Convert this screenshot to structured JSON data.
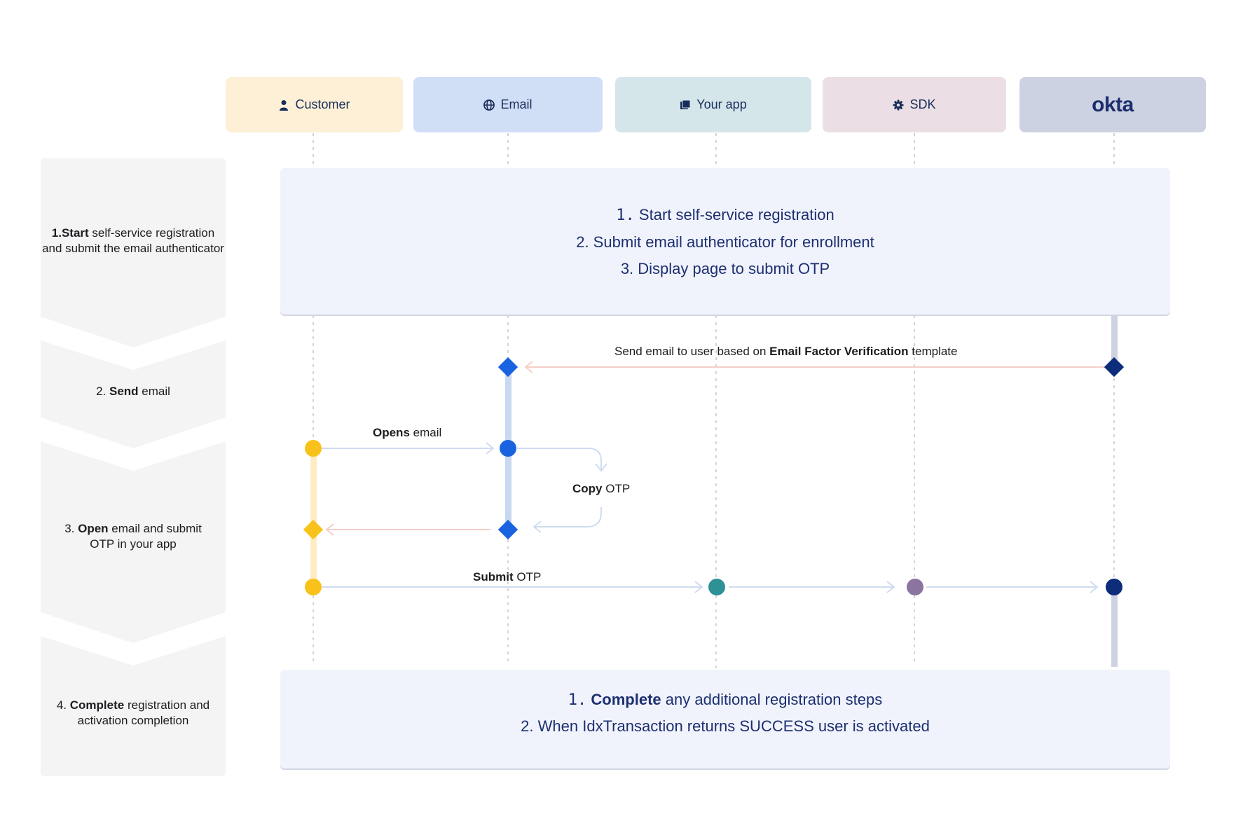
{
  "lanes": [
    {
      "label": "Customer",
      "icon": "person-icon",
      "color": "#fdf0d6"
    },
    {
      "label": "Email",
      "icon": "globe-icon",
      "color": "#d0def6"
    },
    {
      "label": "Your app",
      "icon": "app-icon",
      "color": "#d4e6ea"
    },
    {
      "label": "SDK",
      "icon": "gear-icon",
      "color": "#ebdfe5"
    },
    {
      "label": "okta",
      "icon": "okta-logo",
      "color": "#cdd2e2"
    }
  ],
  "steps": [
    {
      "num": "1.",
      "bold": "Start",
      "rest": " self-service registration and submit the email authenticator"
    },
    {
      "num": "2.",
      "bold": "Send",
      "rest": " email"
    },
    {
      "num": "3.",
      "bold": "Open",
      "rest": " email and submit OTP in your app"
    },
    {
      "num": "4.",
      "bold": "Complete",
      "rest": " registration and activation completion"
    }
  ],
  "box1": {
    "line1_num": "1.",
    "line1_text": "Start self-service registration",
    "line2": "2. Submit email authenticator for enrollment",
    "line3": "3. Display page to submit OTP"
  },
  "box2": {
    "line1_num": "1.",
    "line1_bold": "Complete",
    "line1_rest": " any additional registration steps",
    "line2": "2. When IdxTransaction returns SUCCESS user is activated"
  },
  "messages": {
    "send_email_pre": "Send email to user based on ",
    "send_email_bold": "Email Factor Verification",
    "send_email_post": " template",
    "opens_bold": "Opens",
    "opens_rest": " email",
    "copy_bold": "Copy",
    "copy_rest": " OTP",
    "submit_bold": "Submit",
    "submit_rest": " OTP"
  },
  "colors": {
    "customer": "#f9c21a",
    "email": "#1a63e0",
    "your_app": "#2d9196",
    "sdk": "#8c74a0",
    "okta": "#0d2d7a",
    "arrow_salmon": "#f4cfc6",
    "arrow_blue": "#cfdcf0"
  }
}
